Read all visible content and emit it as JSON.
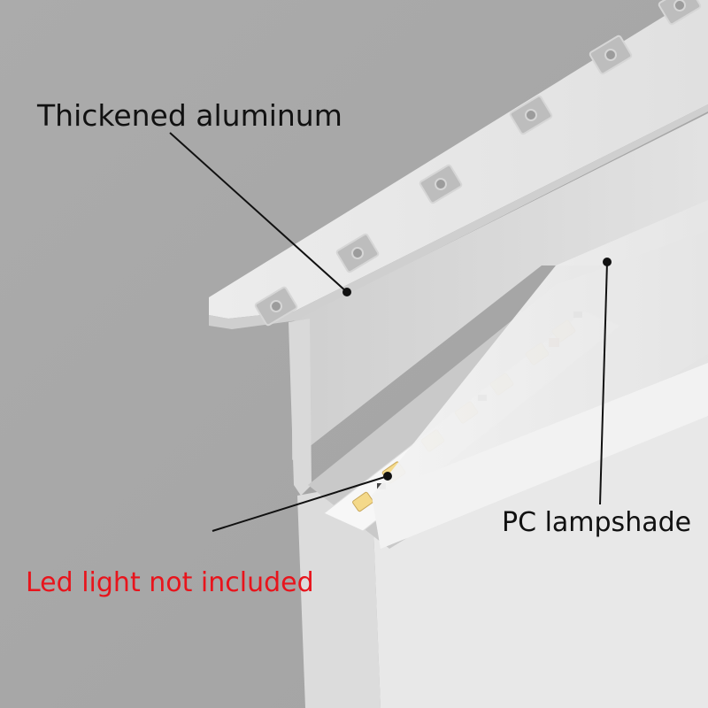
{
  "labels": {
    "aluminum": "Thickened aluminum",
    "lampshade": "PC lampshade",
    "led_note": "Led light not included"
  },
  "colors": {
    "background": "#a9a9a9",
    "label_text": "#111111",
    "warning_text": "#e8141c",
    "aluminum": "#e4e4e4",
    "lampshade": "#efefef",
    "led_chip": "#f4d98a"
  }
}
